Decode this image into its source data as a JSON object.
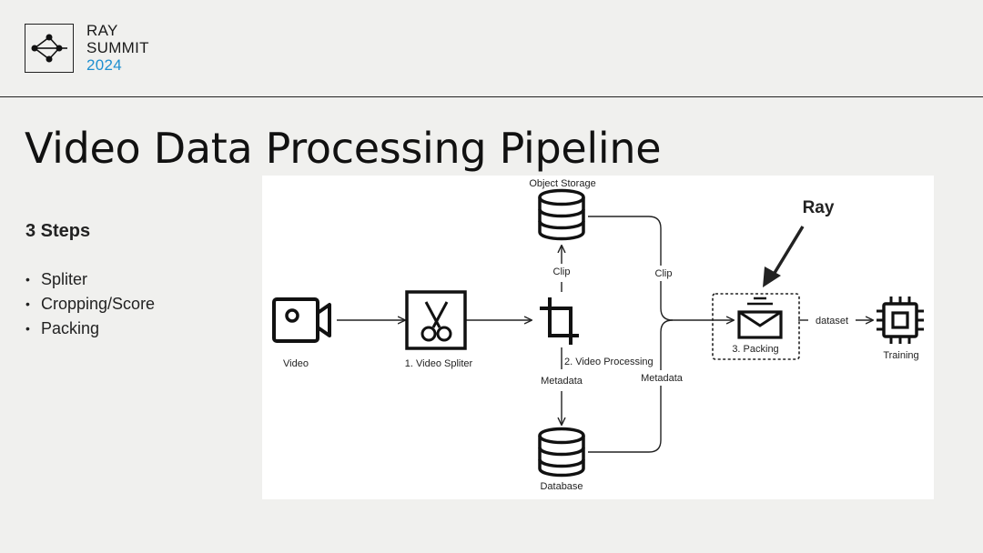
{
  "logo": {
    "line1": "RAY",
    "line2": "SUMMIT",
    "line3": "2024"
  },
  "colors": {
    "accent": "#1e8fd0"
  },
  "slide": {
    "title": "Video Data Processing Pipeline",
    "steps_heading": "3 Steps",
    "bullets": [
      "Spliter",
      "Cropping/Score",
      "Packing"
    ]
  },
  "diagram": {
    "labels": {
      "object_storage": "Object Storage",
      "ray": "Ray",
      "clip_left": "Clip",
      "clip_right": "Clip",
      "video": "Video",
      "video_spliter": "1. Video Spliter",
      "video_processing": "2. Video Processing",
      "metadata_left": "Metadata",
      "metadata_right": "Metadata",
      "packing": "3. Packing",
      "dataset": "dataset",
      "training": "Training",
      "database": "Database"
    },
    "icons": [
      "video-camera-icon",
      "scissors-icon",
      "crop-icon",
      "database-icon",
      "envelope-icon",
      "chip-icon"
    ]
  }
}
